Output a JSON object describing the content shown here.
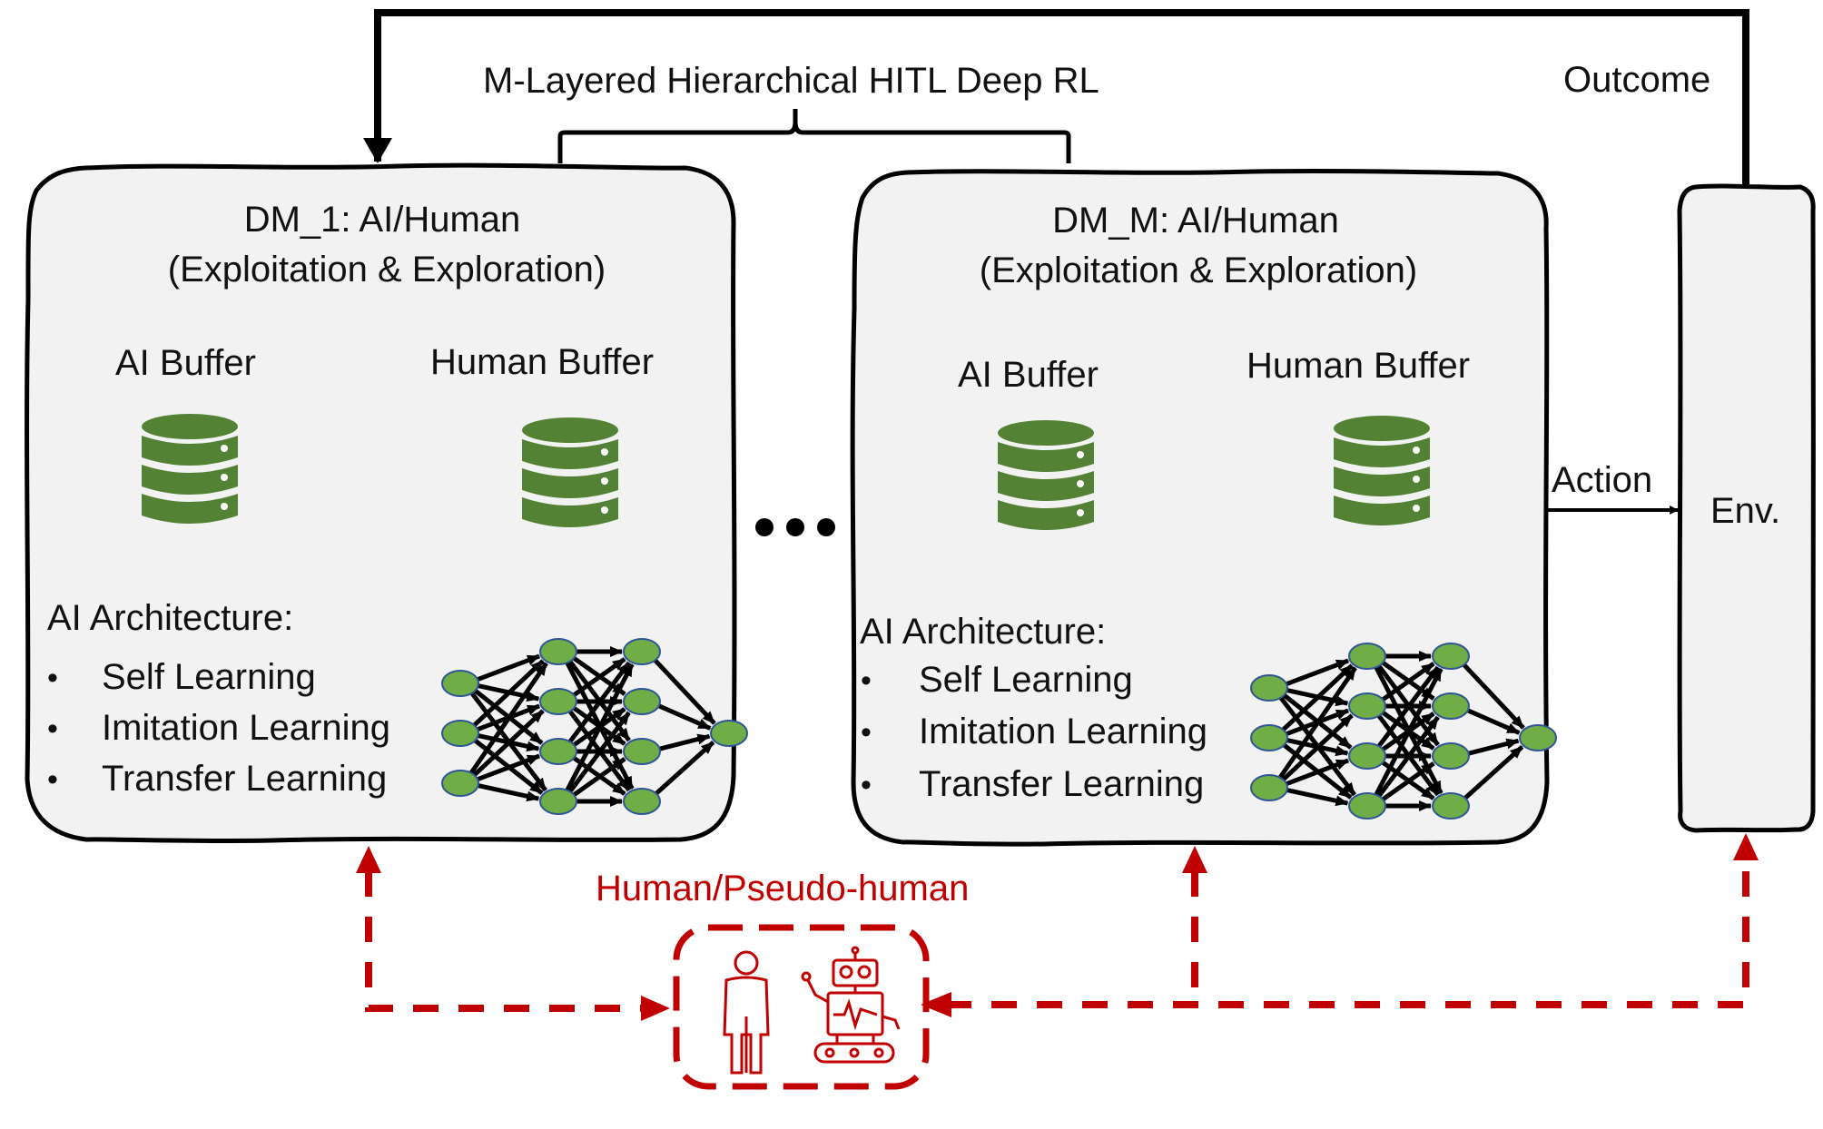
{
  "title": "M-Layered Hierarchical HITL Deep RL",
  "outcome_label": "Outcome",
  "action_label": "Action",
  "env_label": "Env.",
  "ellipsis": "•••",
  "dm_blocks": [
    {
      "title": "DM_1: AI/Human",
      "subtitle": "(Exploitation & Exploration)",
      "ai_buffer": "AI Buffer",
      "human_buffer": "Human Buffer",
      "arch_label": "AI Architecture:",
      "items": [
        "Self Learning",
        "Imitation Learning",
        "Transfer Learning"
      ]
    },
    {
      "title": "DM_M: AI/Human",
      "subtitle": "(Exploitation & Exploration)",
      "ai_buffer": "AI Buffer",
      "human_buffer": "Human Buffer",
      "arch_label": "AI Architecture:",
      "items": [
        "Self Learning",
        "Imitation Learning",
        "Transfer Learning"
      ]
    }
  ],
  "human_label": "Human/Pseudo-human",
  "colors": {
    "box_fill": "#f2f2f2",
    "db_green": "#548235",
    "node_green": "#70ad47",
    "node_stroke": "#2f5597",
    "human_red": "#c00000"
  },
  "icons": [
    "database-icon",
    "neural-network-icon",
    "person-icon",
    "robot-icon"
  ]
}
